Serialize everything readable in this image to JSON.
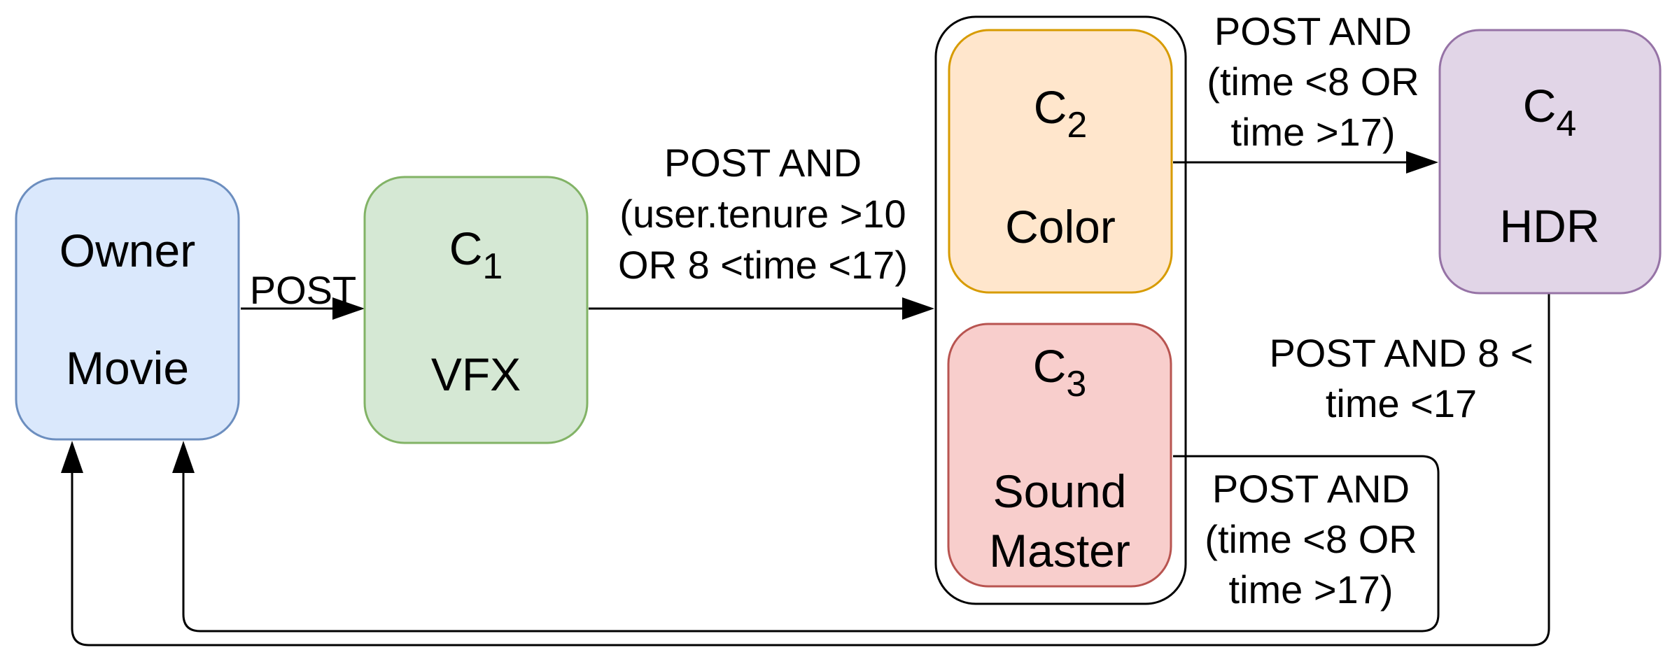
{
  "diagram": {
    "background": "#ffffff",
    "connector_color": "#000000",
    "nodes": {
      "owner": {
        "line1": "Owner",
        "line2": "Movie",
        "fill": "#dae8fc",
        "stroke": "#6c8ebf"
      },
      "c1": {
        "name": "C",
        "sub": "1",
        "label": "VFX",
        "fill": "#d5e8d4",
        "stroke": "#82b366"
      },
      "c2": {
        "name": "C",
        "sub": "2",
        "label": "Color",
        "fill": "#ffe6cc",
        "stroke": "#d79b00"
      },
      "c3": {
        "name": "C",
        "sub": "3",
        "label1": "Sound",
        "label2": "Master",
        "fill": "#f8cecc",
        "stroke": "#b85450"
      },
      "c4": {
        "name": "C",
        "sub": "4",
        "label": "HDR",
        "fill": "#e1d5e7",
        "stroke": "#9673a6"
      },
      "group": {
        "fill": "#ffffff",
        "stroke": "#000000"
      }
    },
    "edges": {
      "owner_c1": {
        "label": "POST"
      },
      "c1_group": {
        "line1": "POST AND",
        "line2": "(user.tenure >10",
        "line3": "OR 8 <time <17)"
      },
      "c2_c4": {
        "line1": "POST AND",
        "line2": "(time <8 OR",
        "line3": "time >17)"
      },
      "c4_owner": {
        "line1": "POST AND 8 <",
        "line2": "time <17"
      },
      "c3_owner": {
        "line1": "POST AND",
        "line2": "(time <8 OR",
        "line3": "time >17)"
      }
    }
  }
}
